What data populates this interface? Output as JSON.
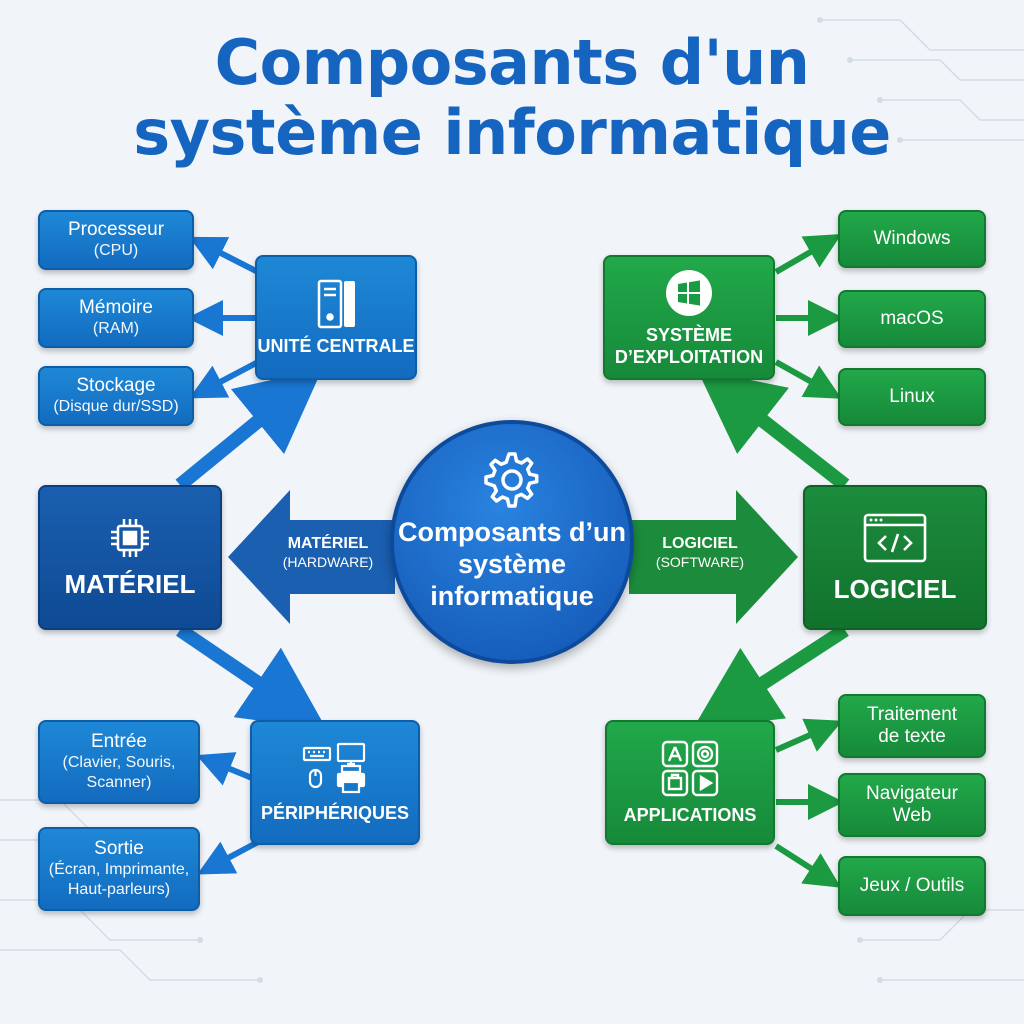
{
  "title": {
    "line1": "Composants d'un",
    "line2": "système informatique"
  },
  "center": {
    "label": "Composants d’un système informatique",
    "icon": "gear-icon"
  },
  "hardware": {
    "hub_label": "MATÉRIEL",
    "arrow_label": "MATÉRIEL",
    "arrow_sub": "(HARDWARE)",
    "icon": "chip-icon",
    "unit": {
      "label": "UNITÉ CENTRALE",
      "icon": "computer-tower-icon",
      "items": [
        {
          "main": "Processeur",
          "sub": "(CPU)"
        },
        {
          "main": "Mémoire",
          "sub": "(RAM)"
        },
        {
          "main": "Stockage",
          "sub": "(Disque dur/SSD)"
        }
      ]
    },
    "peripherals": {
      "label": "PÉRIPHÉRIQUES",
      "icon": "peripherals-icon",
      "items": [
        {
          "main": "Entrée",
          "sub": "(Clavier, Souris, Scanner)"
        },
        {
          "main": "Sortie",
          "sub": "(Écran, Imprimante, Haut-parleurs)"
        }
      ]
    }
  },
  "software": {
    "hub_label": "LOGICIEL",
    "arrow_label": "LOGICIEL",
    "arrow_sub": "(SOFTWARE)",
    "icon": "code-window-icon",
    "os": {
      "label": "SYSTÈME D’EXPLOITATION",
      "icon": "windows-logo-icon",
      "items": [
        "Windows",
        "macOS",
        "Linux"
      ]
    },
    "apps": {
      "label": "APPLICATIONS",
      "icon": "app-grid-icon",
      "items": [
        "Traitement de texte",
        "Navigateur Web",
        "Jeux / Outils"
      ]
    }
  },
  "colors": {
    "blue": "#1565c0",
    "green": "#1a9a42",
    "background": "#f1f5f9"
  }
}
